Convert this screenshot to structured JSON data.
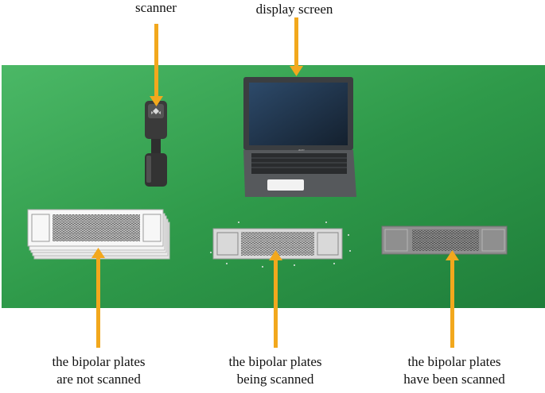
{
  "labels": {
    "scanner": "scanner",
    "display_screen": "display screen",
    "unscanned_line1": "the bipolar plates",
    "unscanned_line2": "are not scanned",
    "scanning_line1": "the bipolar plates",
    "scanning_line2": "being scanned",
    "scanned_line1": "the bipolar plates",
    "scanned_line2": "have been scanned"
  },
  "colors": {
    "table": "#2f9a4a",
    "arrow": "#f2a81d",
    "laptop_body": "#4a4d50",
    "laptop_screen": "#1d2a3c",
    "plate": "#d8d8d8",
    "plate_scanned": "#9a9a9a"
  },
  "icons": {
    "scanner": "barcode-scanner-icon",
    "laptop": "laptop-icon"
  }
}
